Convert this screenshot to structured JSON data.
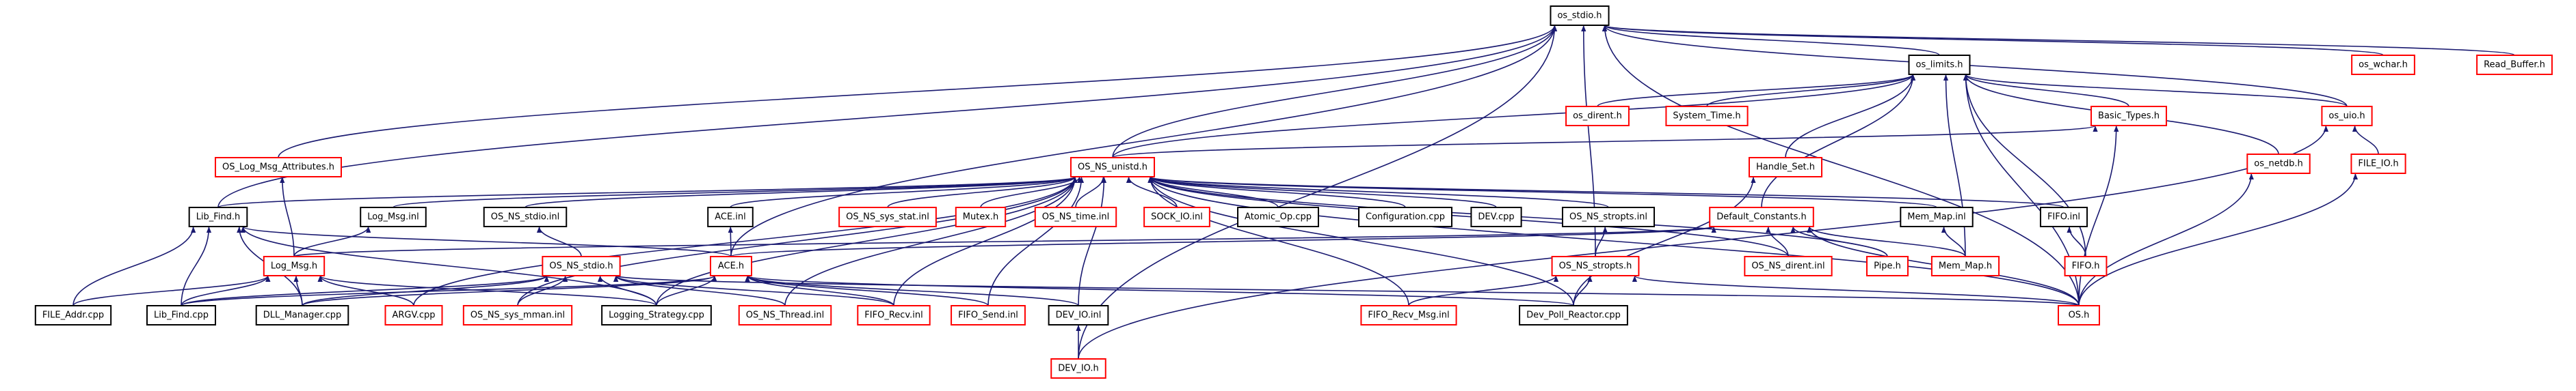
{
  "colors": {
    "root_fill": "#bfbfbf",
    "root_border": "#000000",
    "documented_border": "#000000",
    "linked_border": "#ff0000",
    "edge": "#191970",
    "text": "#000000"
  },
  "nodes": [
    {
      "id": "os_stdio_h",
      "label": "os_stdio.h",
      "kind": "root"
    },
    {
      "id": "os_limits_h",
      "label": "os_limits.h",
      "kind": "doc"
    },
    {
      "id": "os_wchar_h",
      "label": "os_wchar.h",
      "kind": "link"
    },
    {
      "id": "read_buffer_h",
      "label": "Read_Buffer.h",
      "kind": "link"
    },
    {
      "id": "os_dirent_h",
      "label": "os_dirent.h",
      "kind": "link"
    },
    {
      "id": "system_time_h",
      "label": "System_Time.h",
      "kind": "link"
    },
    {
      "id": "basic_types_h",
      "label": "Basic_Types.h",
      "kind": "link"
    },
    {
      "id": "os_uio_h",
      "label": "os_uio.h",
      "kind": "link"
    },
    {
      "id": "os_netdb_h",
      "label": "os_netdb.h",
      "kind": "link"
    },
    {
      "id": "file_io_h",
      "label": "FILE_IO.h",
      "kind": "link"
    },
    {
      "id": "os_log_msg_attributes_h",
      "label": "OS_Log_Msg_Attributes.h",
      "kind": "link"
    },
    {
      "id": "handle_set_h",
      "label": "Handle_Set.h",
      "kind": "link"
    },
    {
      "id": "os_ns_unistd_h",
      "label": "OS_NS_unistd.h",
      "kind": "link"
    },
    {
      "id": "lib_find_h",
      "label": "Lib_Find.h",
      "kind": "doc"
    },
    {
      "id": "log_msg_inl",
      "label": "Log_Msg.inl",
      "kind": "doc"
    },
    {
      "id": "os_ns_stdio_inl",
      "label": "OS_NS_stdio.inl",
      "kind": "doc"
    },
    {
      "id": "ace_inl",
      "label": "ACE.inl",
      "kind": "doc"
    },
    {
      "id": "os_ns_sys_stat_inl",
      "label": "OS_NS_sys_stat.inl",
      "kind": "link"
    },
    {
      "id": "mutex_h",
      "label": "Mutex.h",
      "kind": "link"
    },
    {
      "id": "os_ns_time_inl",
      "label": "OS_NS_time.inl",
      "kind": "link"
    },
    {
      "id": "sock_io_inl",
      "label": "SOCK_IO.inl",
      "kind": "link"
    },
    {
      "id": "atomic_op_cpp",
      "label": "Atomic_Op.cpp",
      "kind": "doc"
    },
    {
      "id": "configuration_cpp",
      "label": "Configuration.cpp",
      "kind": "doc"
    },
    {
      "id": "dev_cpp",
      "label": "DEV.cpp",
      "kind": "doc"
    },
    {
      "id": "os_ns_stropts_inl",
      "label": "OS_NS_stropts.inl",
      "kind": "doc"
    },
    {
      "id": "default_constants_h",
      "label": "Default_Constants.h",
      "kind": "link"
    },
    {
      "id": "mem_map_inl",
      "label": "Mem_Map.inl",
      "kind": "doc"
    },
    {
      "id": "fifo_inl",
      "label": "FIFO.inl",
      "kind": "doc"
    },
    {
      "id": "log_msg_h",
      "label": "Log_Msg.h",
      "kind": "link"
    },
    {
      "id": "os_ns_stdio_h",
      "label": "OS_NS_stdio.h",
      "kind": "link"
    },
    {
      "id": "ace_h",
      "label": "ACE.h",
      "kind": "link"
    },
    {
      "id": "os_ns_stropts_h",
      "label": "OS_NS_stropts.h",
      "kind": "link"
    },
    {
      "id": "os_ns_dirent_inl",
      "label": "OS_NS_dirent.inl",
      "kind": "link"
    },
    {
      "id": "pipe_h",
      "label": "Pipe.h",
      "kind": "link"
    },
    {
      "id": "mem_map_h",
      "label": "Mem_Map.h",
      "kind": "link"
    },
    {
      "id": "fifo_h",
      "label": "FIFO.h",
      "kind": "link"
    },
    {
      "id": "file_addr_cpp",
      "label": "FILE_Addr.cpp",
      "kind": "doc"
    },
    {
      "id": "lib_find_cpp",
      "label": "Lib_Find.cpp",
      "kind": "doc"
    },
    {
      "id": "dll_manager_cpp",
      "label": "DLL_Manager.cpp",
      "kind": "doc"
    },
    {
      "id": "argv_cpp",
      "label": "ARGV.cpp",
      "kind": "link"
    },
    {
      "id": "os_ns_sys_mman_inl",
      "label": "OS_NS_sys_mman.inl",
      "kind": "link"
    },
    {
      "id": "logging_strategy_cpp",
      "label": "Logging_Strategy.cpp",
      "kind": "doc"
    },
    {
      "id": "os_ns_thread_inl",
      "label": "OS_NS_Thread.inl",
      "kind": "link"
    },
    {
      "id": "fifo_recv_inl",
      "label": "FIFO_Recv.inl",
      "kind": "link"
    },
    {
      "id": "fifo_send_inl",
      "label": "FIFO_Send.inl",
      "kind": "link"
    },
    {
      "id": "dev_io_inl",
      "label": "DEV_IO.inl",
      "kind": "doc"
    },
    {
      "id": "fifo_recv_msg_inl",
      "label": "FIFO_Recv_Msg.inl",
      "kind": "link"
    },
    {
      "id": "dev_poll_reactor_cpp",
      "label": "Dev_Poll_Reactor.cpp",
      "kind": "doc"
    },
    {
      "id": "os_h",
      "label": "OS.h",
      "kind": "link"
    },
    {
      "id": "dev_io_h",
      "label": "DEV_IO.h",
      "kind": "link"
    }
  ],
  "edges": [
    [
      "os_limits_h",
      "os_stdio_h"
    ],
    [
      "os_wchar_h",
      "os_stdio_h"
    ],
    [
      "read_buffer_h",
      "os_stdio_h"
    ],
    [
      "os_log_msg_attributes_h",
      "os_stdio_h"
    ],
    [
      "os_ns_unistd_h",
      "os_stdio_h"
    ],
    [
      "lib_find_h",
      "os_stdio_h"
    ],
    [
      "ace_h",
      "os_stdio_h"
    ],
    [
      "os_ns_stropts_h",
      "os_stdio_h"
    ],
    [
      "dev_io_h",
      "os_stdio_h"
    ],
    [
      "os_uio_h",
      "os_stdio_h"
    ],
    [
      "os_h",
      "os_stdio_h"
    ],
    [
      "os_dirent_h",
      "os_limits_h"
    ],
    [
      "system_time_h",
      "os_limits_h"
    ],
    [
      "basic_types_h",
      "os_limits_h"
    ],
    [
      "os_uio_h",
      "os_limits_h"
    ],
    [
      "os_netdb_h",
      "os_limits_h"
    ],
    [
      "handle_set_h",
      "os_limits_h"
    ],
    [
      "os_ns_unistd_h",
      "os_limits_h"
    ],
    [
      "default_constants_h",
      "os_limits_h"
    ],
    [
      "mem_map_h",
      "os_limits_h"
    ],
    [
      "fifo_h",
      "os_limits_h"
    ],
    [
      "os_h",
      "os_limits_h"
    ],
    [
      "os_ns_unistd_h",
      "basic_types_h"
    ],
    [
      "os_h",
      "basic_types_h"
    ],
    [
      "file_io_h",
      "os_uio_h"
    ],
    [
      "dev_io_h",
      "os_uio_h"
    ],
    [
      "os_h",
      "os_netdb_h"
    ],
    [
      "os_h",
      "file_io_h"
    ],
    [
      "log_msg_h",
      "os_log_msg_attributes_h"
    ],
    [
      "dev_poll_reactor_cpp",
      "handle_set_h"
    ],
    [
      "lib_find_h",
      "os_ns_unistd_h"
    ],
    [
      "log_msg_inl",
      "os_ns_unistd_h"
    ],
    [
      "os_ns_stdio_inl",
      "os_ns_unistd_h"
    ],
    [
      "ace_inl",
      "os_ns_unistd_h"
    ],
    [
      "os_ns_sys_stat_inl",
      "os_ns_unistd_h"
    ],
    [
      "mutex_h",
      "os_ns_unistd_h"
    ],
    [
      "os_ns_time_inl",
      "os_ns_unistd_h"
    ],
    [
      "sock_io_inl",
      "os_ns_unistd_h"
    ],
    [
      "atomic_op_cpp",
      "os_ns_unistd_h"
    ],
    [
      "configuration_cpp",
      "os_ns_unistd_h"
    ],
    [
      "dev_cpp",
      "os_ns_unistd_h"
    ],
    [
      "os_ns_stropts_inl",
      "os_ns_unistd_h"
    ],
    [
      "mem_map_inl",
      "os_ns_unistd_h"
    ],
    [
      "fifo_inl",
      "os_ns_unistd_h"
    ],
    [
      "pipe_h",
      "os_ns_unistd_h"
    ],
    [
      "os_ns_dirent_inl",
      "os_ns_unistd_h"
    ],
    [
      "os_h",
      "os_ns_unistd_h"
    ],
    [
      "argv_cpp",
      "os_ns_unistd_h"
    ],
    [
      "os_ns_sys_mman_inl",
      "os_ns_unistd_h"
    ],
    [
      "logging_strategy_cpp",
      "os_ns_unistd_h"
    ],
    [
      "os_ns_thread_inl",
      "os_ns_unistd_h"
    ],
    [
      "fifo_recv_inl",
      "os_ns_unistd_h"
    ],
    [
      "fifo_send_inl",
      "os_ns_unistd_h"
    ],
    [
      "dev_io_inl",
      "os_ns_unistd_h"
    ],
    [
      "fifo_recv_msg_inl",
      "os_ns_unistd_h"
    ],
    [
      "dev_poll_reactor_cpp",
      "os_ns_unistd_h"
    ],
    [
      "file_addr_cpp",
      "lib_find_h"
    ],
    [
      "lib_find_cpp",
      "lib_find_h"
    ],
    [
      "dll_manager_cpp",
      "lib_find_h"
    ],
    [
      "logging_strategy_cpp",
      "lib_find_h"
    ],
    [
      "ace_h",
      "lib_find_h"
    ],
    [
      "log_msg_h",
      "log_msg_inl"
    ],
    [
      "os_ns_stdio_h",
      "os_ns_stdio_inl"
    ],
    [
      "ace_h",
      "ace_inl"
    ],
    [
      "os_ns_stropts_h",
      "os_ns_stropts_inl"
    ],
    [
      "ace_h",
      "default_constants_h"
    ],
    [
      "log_msg_h",
      "default_constants_h"
    ],
    [
      "os_ns_dirent_inl",
      "default_constants_h"
    ],
    [
      "pipe_h",
      "default_constants_h"
    ],
    [
      "mem_map_h",
      "default_constants_h"
    ],
    [
      "os_h",
      "default_constants_h"
    ],
    [
      "mem_map_h",
      "mem_map_inl"
    ],
    [
      "fifo_h",
      "fifo_inl"
    ],
    [
      "file_addr_cpp",
      "log_msg_h"
    ],
    [
      "lib_find_cpp",
      "log_msg_h"
    ],
    [
      "dll_manager_cpp",
      "log_msg_h"
    ],
    [
      "argv_cpp",
      "log_msg_h"
    ],
    [
      "logging_strategy_cpp",
      "log_msg_h"
    ],
    [
      "lib_find_cpp",
      "os_ns_stdio_h"
    ],
    [
      "dll_manager_cpp",
      "os_ns_stdio_h"
    ],
    [
      "os_ns_sys_mman_inl",
      "os_ns_stdio_h"
    ],
    [
      "logging_strategy_cpp",
      "os_ns_stdio_h"
    ],
    [
      "os_ns_thread_inl",
      "os_ns_stdio_h"
    ],
    [
      "fifo_recv_inl",
      "os_ns_stdio_h"
    ],
    [
      "os_h",
      "os_ns_stdio_h"
    ],
    [
      "lib_find_cpp",
      "ace_h"
    ],
    [
      "dll_manager_cpp",
      "ace_h"
    ],
    [
      "logging_strategy_cpp",
      "ace_h"
    ],
    [
      "fifo_recv_inl",
      "ace_h"
    ],
    [
      "fifo_send_inl",
      "ace_h"
    ],
    [
      "dev_io_inl",
      "ace_h"
    ],
    [
      "dev_poll_reactor_cpp",
      "ace_h"
    ],
    [
      "fifo_recv_msg_inl",
      "os_ns_stropts_h"
    ],
    [
      "dev_poll_reactor_cpp",
      "os_ns_stropts_h"
    ],
    [
      "os_h",
      "os_ns_stropts_h"
    ],
    [
      "dev_io_h",
      "dev_io_inl"
    ]
  ]
}
